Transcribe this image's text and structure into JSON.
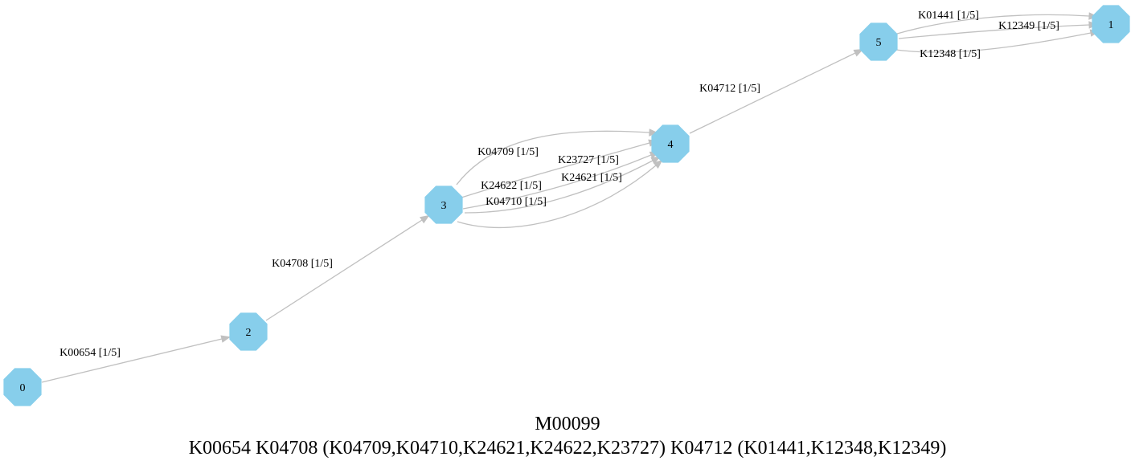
{
  "diagram": {
    "title": "M00099",
    "definition": "K00654 K04708 (K04709,K04710,K24621,K24622,K23727) K04712 (K01441,K12348,K12349)",
    "colors": {
      "node_fill": "#87ceeb",
      "edge": "#c0c0c0",
      "text": "#000000"
    },
    "nodes": [
      {
        "id": "0",
        "label": "0"
      },
      {
        "id": "2",
        "label": "2"
      },
      {
        "id": "3",
        "label": "3"
      },
      {
        "id": "4",
        "label": "4"
      },
      {
        "id": "5",
        "label": "5"
      },
      {
        "id": "1",
        "label": "1"
      }
    ],
    "edges": [
      {
        "from": "0",
        "to": "2",
        "label": "K00654 [1/5]"
      },
      {
        "from": "2",
        "to": "3",
        "label": "K04708 [1/5]"
      },
      {
        "from": "3",
        "to": "4",
        "label": "K04709 [1/5]"
      },
      {
        "from": "3",
        "to": "4",
        "label": "K23727 [1/5]"
      },
      {
        "from": "3",
        "to": "4",
        "label": "K24622 [1/5]"
      },
      {
        "from": "3",
        "to": "4",
        "label": "K24621 [1/5]"
      },
      {
        "from": "3",
        "to": "4",
        "label": "K04710 [1/5]"
      },
      {
        "from": "4",
        "to": "5",
        "label": "K04712 [1/5]"
      },
      {
        "from": "5",
        "to": "1",
        "label": "K01441 [1/5]"
      },
      {
        "from": "5",
        "to": "1",
        "label": "K12349 [1/5]"
      },
      {
        "from": "5",
        "to": "1",
        "label": "K12348 [1/5]"
      }
    ]
  }
}
